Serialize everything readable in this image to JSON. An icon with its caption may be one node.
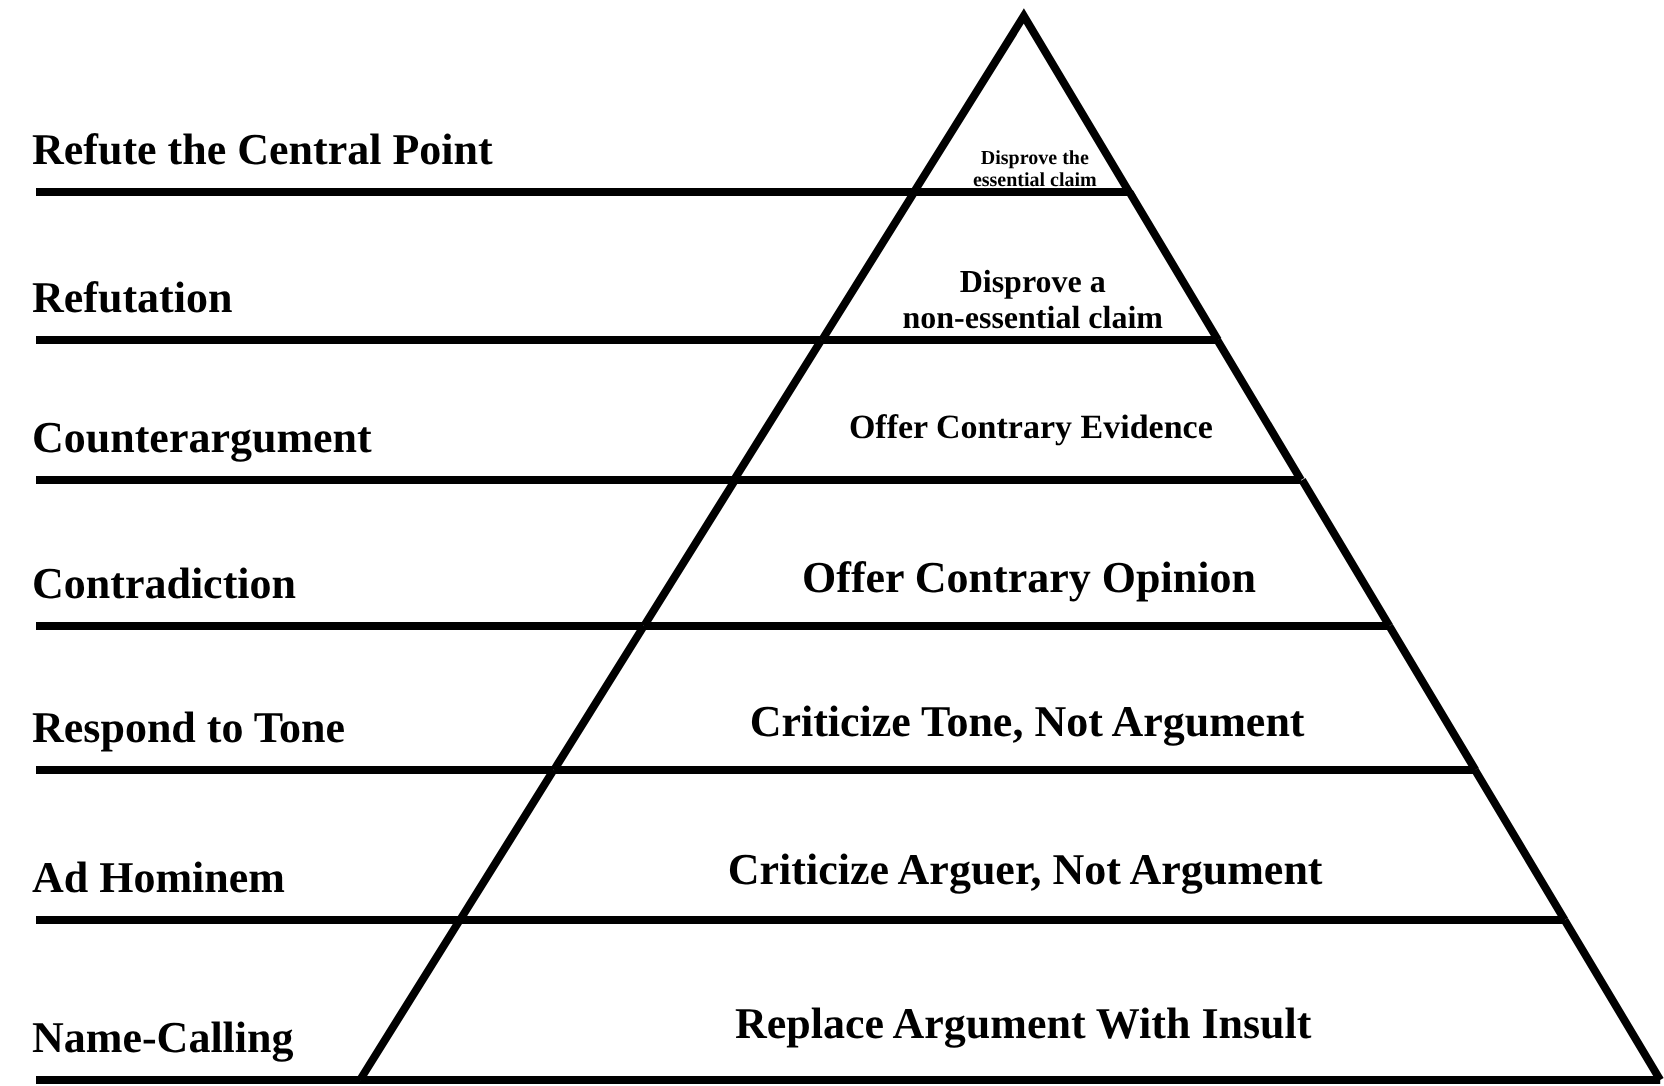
{
  "diagram": {
    "nodes": [
      {
        "text": [
          "Disprove the essential claim"
        ]
      },
      {
        "text": [
          "Disprove a non-essential claim"
        ]
      },
      {
        "text": [
          "Offer Contrary Evidence"
        ]
      },
      {
        "text": [
          "Offer Contrary Opinion"
        ]
      },
      {
        "text": [
          "Criticize Tone, Not Argument"
        ]
      },
      {
        "text": [
          "Criticize Arguer, Not Argument"
        ]
      },
      {
        "text": [
          "Replace Argument With Insult"
        ]
      }
    ],
    "labels": [
      "Refute the Central Point",
      "Refutation",
      "Counterargument",
      "Contradiction",
      "Respond to Tone",
      "Ad Hominem",
      "Name-Calling"
    ]
  }
}
